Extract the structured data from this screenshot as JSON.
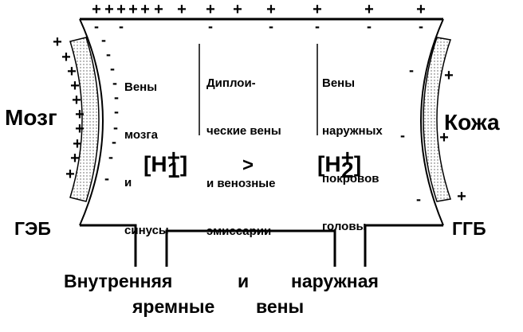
{
  "labels": {
    "brain": "Мозг",
    "skin": "Кожа",
    "bbb": "ГЭБ",
    "ggb": "ГГБ"
  },
  "columns": {
    "col1": [
      "Вены",
      "мозга",
      "и",
      "синусы"
    ],
    "col2_line1": "Диплои-",
    "col2_line2": "ческие вены",
    "col2_line3": "и венозные",
    "col2_line4": "эмиссарии",
    "col3": [
      "Вены",
      "наружных",
      "покровов",
      "головы"
    ]
  },
  "concentration": {
    "left_base": "H",
    "left_sup": "+",
    "left_sub": "1",
    "relation": ">",
    "right_base": "H",
    "right_sup": "+",
    "right_sub": "2"
  },
  "bottom": {
    "word1": "Внутренняя",
    "word2": "и",
    "word3": "наружная",
    "line2a": "яремные",
    "line2b": "вены"
  },
  "signs": {
    "plus": "+",
    "minus": "-"
  }
}
